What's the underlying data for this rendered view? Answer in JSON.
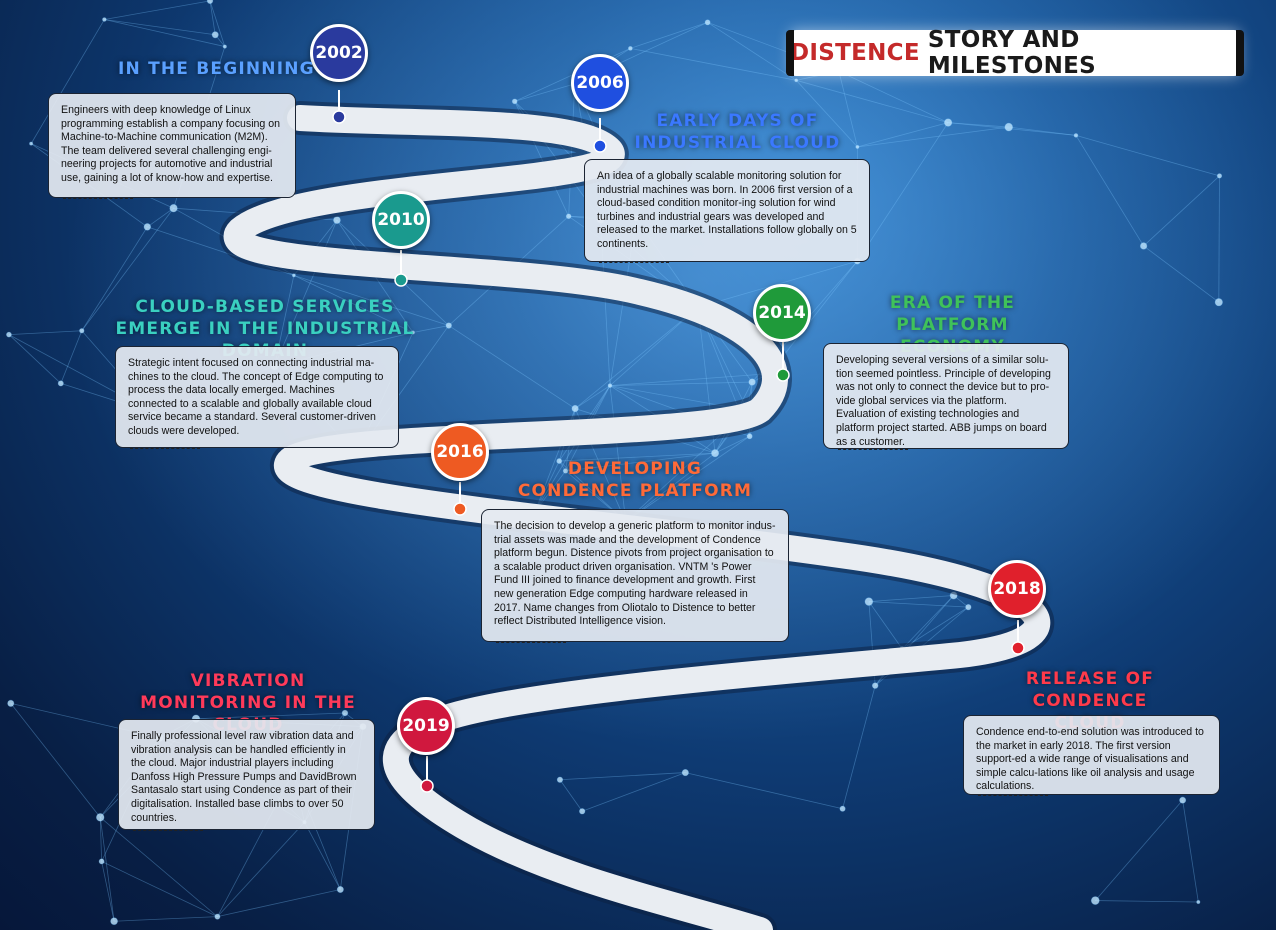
{
  "title": {
    "brand": "DISTENCE",
    "rest": "STORY AND MILESTONES"
  },
  "milestones": [
    {
      "year": "2002",
      "color": "#2a3a9e",
      "heading": "IN THE BEGINNING",
      "text": "Engineers with deep knowledge of Linux programming establish a company focusing on Machine-to-Machine communication (M2M). The team delivered several challenging engi-neering projects for automotive and industrial use, gaining a lot of know-how and expertise."
    },
    {
      "year": "2006",
      "color": "#1f4fe0",
      "heading": "EARLY DAYS OF INDUSTRIAL CLOUD",
      "text": "An idea of a globally scalable monitoring solution for industrial machines was born. In 2006 first version of a cloud-based condition monitor-ing solution for wind turbines and industrial gears was developed and released to the market. Installations follow globally on 5 continents."
    },
    {
      "year": "2010",
      "color": "#1a9a8e",
      "heading": "CLOUD-BASED SERVICES EMERGE IN THE INDUSTRIAL DOMAIN",
      "text": "Strategic intent focused on connecting industrial ma-chines to the cloud. The concept of Edge computing to process the data locally emerged. Machines connected to a scalable and globally available cloud service became a standard. Several customer-driven clouds were developed."
    },
    {
      "year": "2014",
      "color": "#1f9a3a",
      "heading": "ERA OF THE PLATFORM ECONOMY",
      "text": "Developing several versions of a similar solu-tion seemed pointless. Principle of developing was not only to connect the device but to pro-vide global services via the platform. Evaluation of existing technologies and platform project started. ABB jumps on board as a customer."
    },
    {
      "year": "2016",
      "color": "#ee5a22",
      "heading": "DEVELOPING CONDENCE PLATFORM",
      "text": "The decision to develop a generic platform to monitor indus-trial assets was made and the development of Condence platform begun. Distence pivots from project organisation to a scalable product driven organisation. VNTM 's Power Fund III joined to finance development and growth. First new generation Edge computing hardware released in 2017. Name changes from Oliotalo to Distence to better reflect Distributed Intelligence vision."
    },
    {
      "year": "2018",
      "color": "#e0202c",
      "heading": "RELEASE OF CONDENCE CLOUD",
      "text": "Condence end-to-end solution was introduced to the market in early 2018. The first version support-ed a wide range of visualisations and simple calcu-lations like oil analysis and usage calculations."
    },
    {
      "year": "2019",
      "color": "#d0183e",
      "heading": "VIBRATION MONITORING IN THE CLOUD",
      "text": "Finally professional level raw vibration data and vibration analysis can be handled efficiently in the cloud. Major industrial players including Danfoss High Pressure Pumps and DavidBrown Santasalo start using Condence as part of their digitalisation. Installed base climbs to over 50 countries."
    }
  ]
}
